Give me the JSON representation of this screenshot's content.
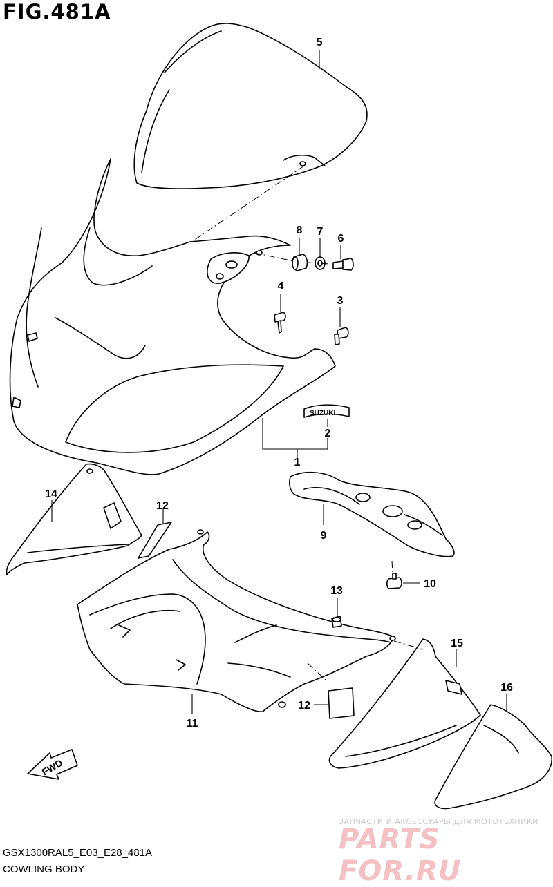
{
  "figure": {
    "title": "FIG.481A",
    "model_code": "GSX1300RAL5_E03_E28_481A",
    "caption": "COWLING BODY"
  },
  "callouts": [
    "1",
    "2",
    "3",
    "4",
    "5",
    "6",
    "7",
    "8",
    "9",
    "10",
    "11",
    "12",
    "12",
    "13",
    "14",
    "15",
    "16"
  ],
  "emblem_text": "SUZUKI",
  "fwd_label": "FWD",
  "watermark": {
    "line1": "ЗАПЧАСТИ И АКСЕССУАРЫ ДЛЯ МОТОТЕХНИКИ",
    "line2": "PARTS FOR.RU"
  },
  "colors": {
    "line": "#000000",
    "part_fill": "#ffffff",
    "watermark_gray": "#c9c9c9",
    "watermark_pink": "#f4c0c4"
  }
}
